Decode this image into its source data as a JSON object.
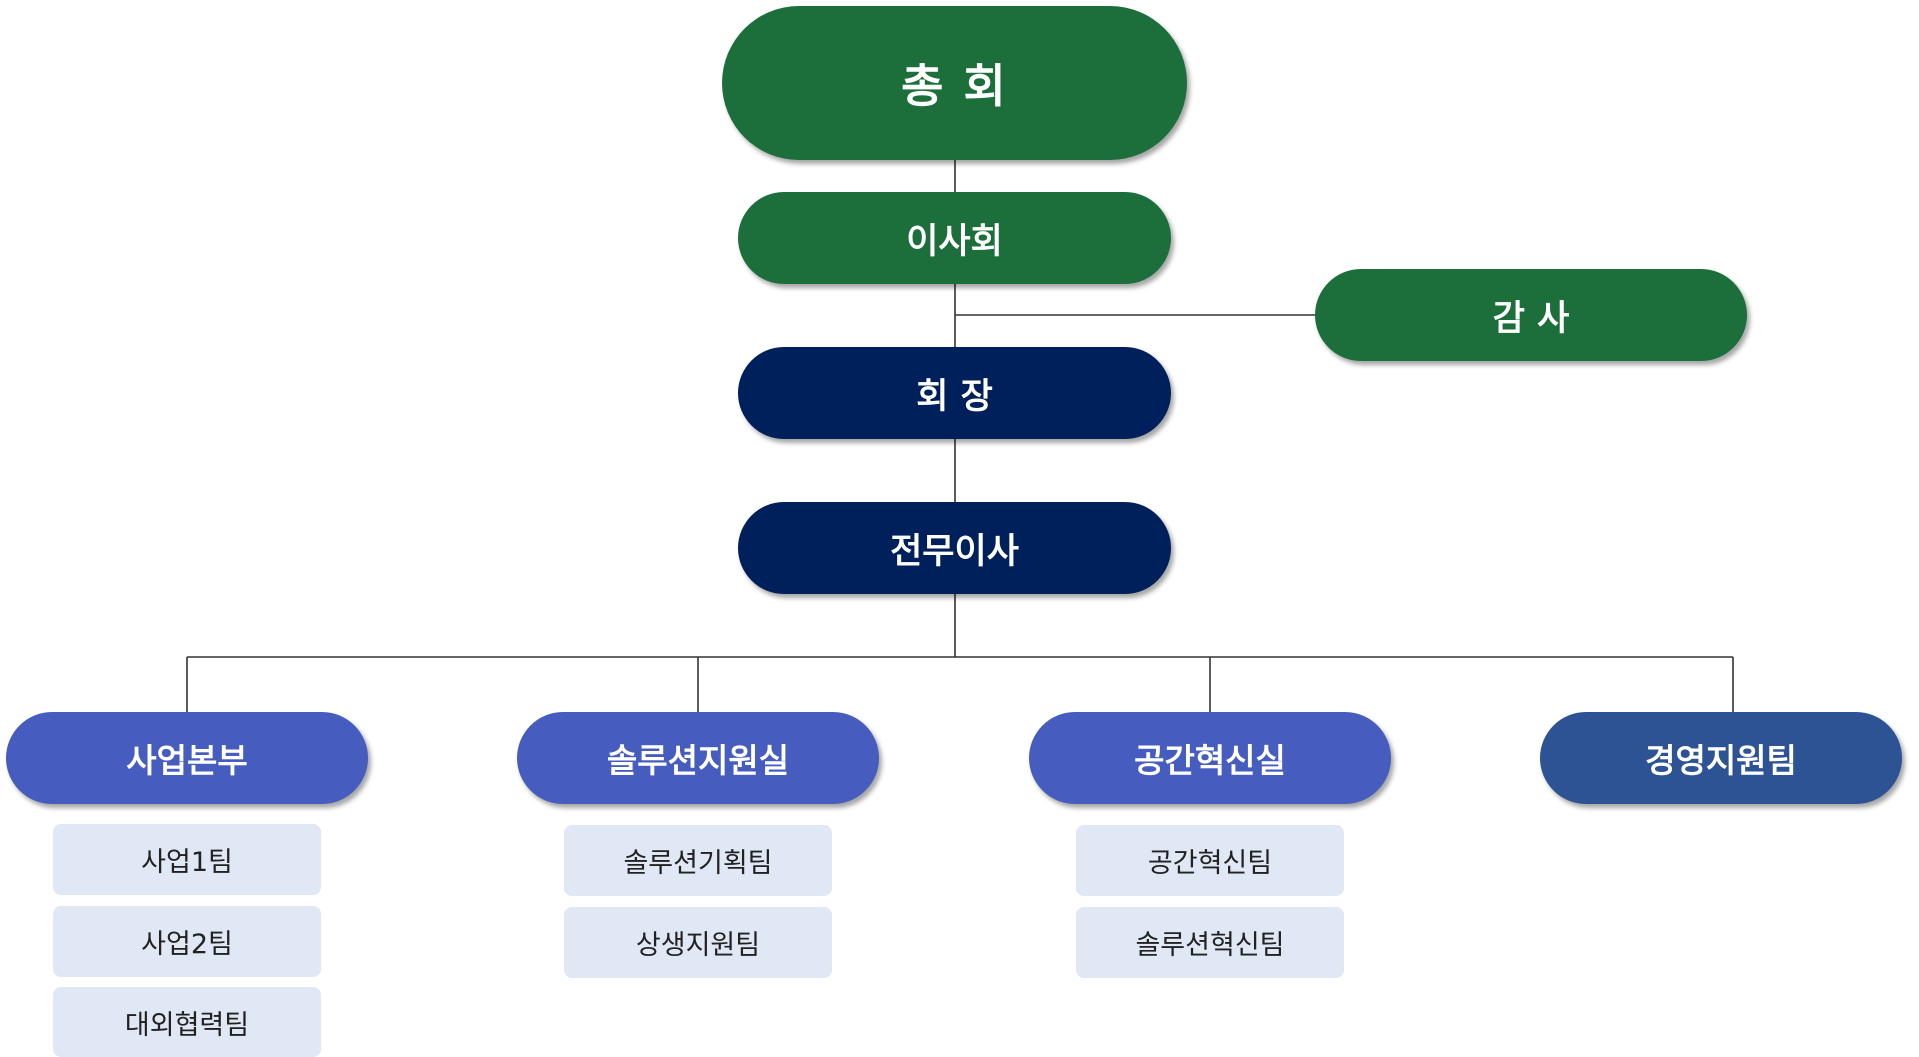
{
  "org": {
    "general_assembly": "총 회",
    "board": "이사회",
    "auditor": "감 사",
    "president": "회 장",
    "managing_director": "전무이사",
    "divisions": [
      {
        "name": "사업본부",
        "teams": [
          "사업1팀",
          "사업2팀",
          "대외협력팀"
        ]
      },
      {
        "name": "솔루션지원실",
        "teams": [
          "솔루션기획팀",
          "상생지원팀"
        ]
      },
      {
        "name": "공간혁신실",
        "teams": [
          "공간혁신팀",
          "솔루션혁신팀"
        ]
      },
      {
        "name": "경영지원팀",
        "teams": []
      }
    ]
  },
  "colors": {
    "governance_green": "#1c6f3a",
    "executive_navy": "#00205b",
    "division_blue": "#465dbf",
    "support_steel": "#2e5395",
    "team_box": "#dfe8f4",
    "connector": "#333333"
  }
}
